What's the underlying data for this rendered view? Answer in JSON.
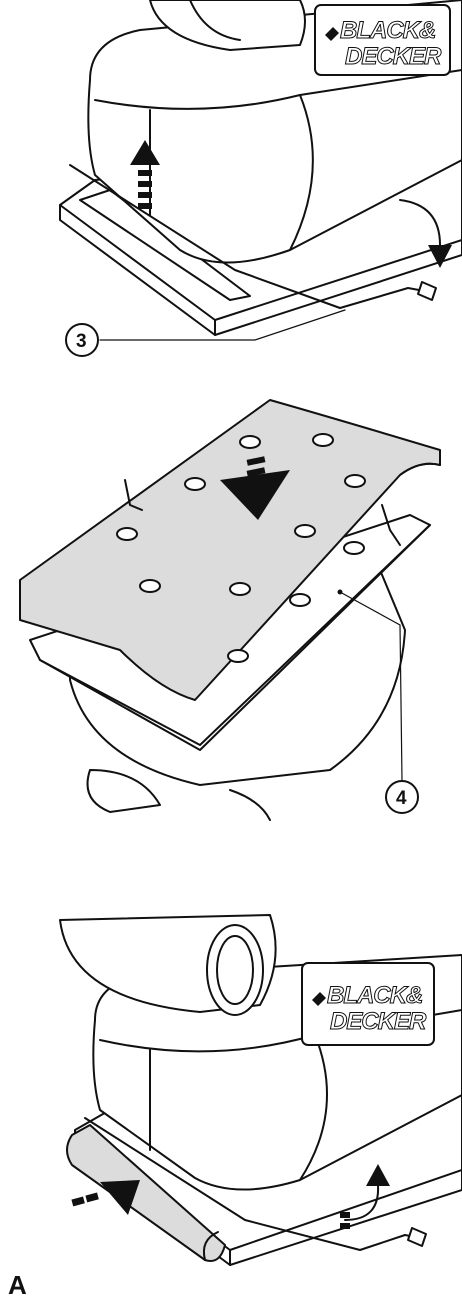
{
  "brand": {
    "line1": "BLACK&",
    "line2": "DECKER"
  },
  "callouts": [
    {
      "label": "3"
    },
    {
      "label": "4"
    }
  ],
  "figure_label": "A"
}
